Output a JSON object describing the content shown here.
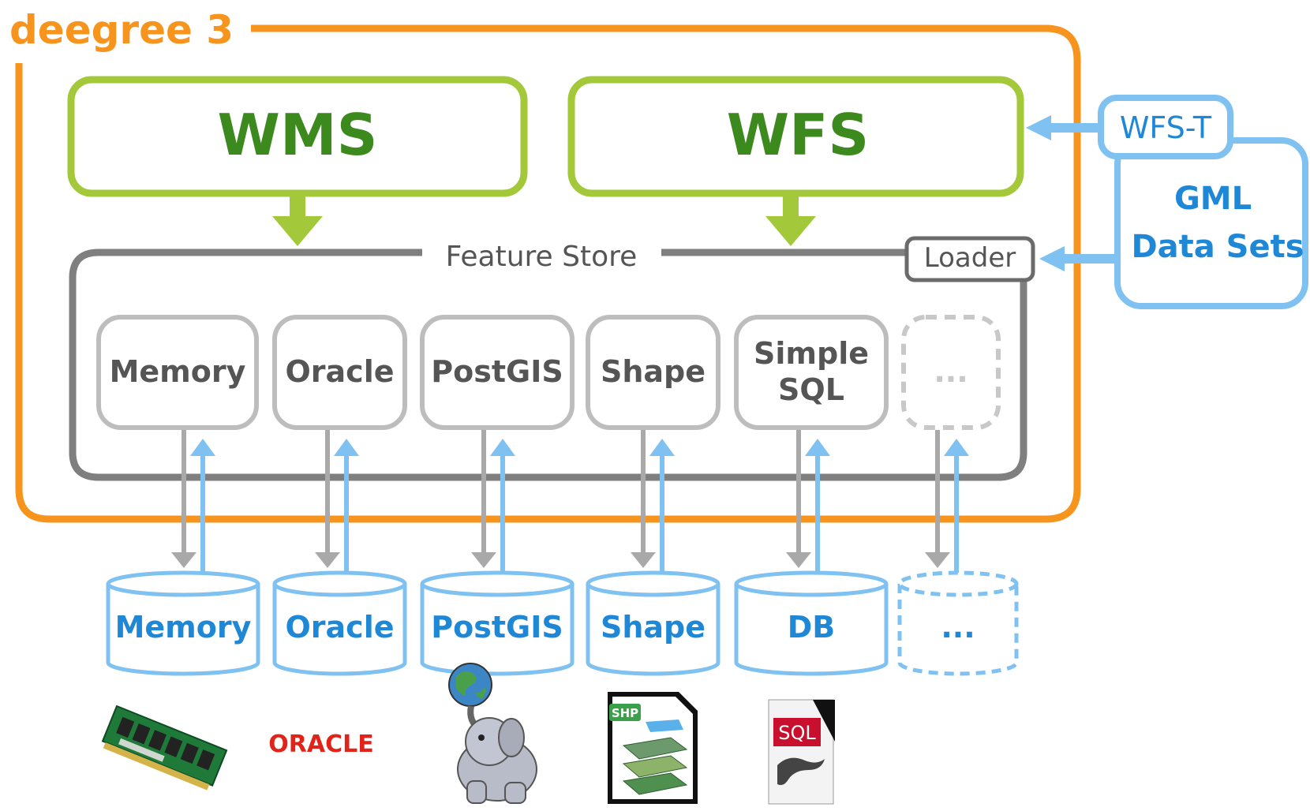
{
  "title": "deegree 3",
  "services": {
    "wms": "WMS",
    "wfs": "WFS"
  },
  "feature_store": {
    "label": "Feature Store",
    "loader": "Loader"
  },
  "external": {
    "wfst": "WFS-T",
    "gml_line1": "GML",
    "gml_line2": "Data Sets"
  },
  "stores": [
    {
      "line1": "Memory",
      "line2": "",
      "dashed": false
    },
    {
      "line1": "Oracle",
      "line2": "",
      "dashed": false
    },
    {
      "line1": "PostGIS",
      "line2": "",
      "dashed": false
    },
    {
      "line1": "Shape",
      "line2": "",
      "dashed": false
    },
    {
      "line1": "Simple",
      "line2": "SQL",
      "dashed": false
    },
    {
      "line1": "...",
      "line2": "",
      "dashed": true
    }
  ],
  "backends": [
    {
      "label": "Memory",
      "dashed": false
    },
    {
      "label": "Oracle",
      "dashed": false
    },
    {
      "label": "PostGIS",
      "dashed": false
    },
    {
      "label": "Shape",
      "dashed": false
    },
    {
      "label": "DB",
      "dashed": false
    },
    {
      "label": "...",
      "dashed": true
    }
  ],
  "logos": {
    "oracle": "ORACLE",
    "shp": "SHP",
    "sql_book": "SQL"
  },
  "colors": {
    "orange": "#f7941d",
    "green_border": "#a3c93a",
    "green_text": "#3c8a1e",
    "gray": "#7f7f7f",
    "light_gray": "#bdbdbd",
    "blue": "#7fc1f0",
    "blue_text": "#1e88d6",
    "oracle_red": "#e2231a"
  }
}
